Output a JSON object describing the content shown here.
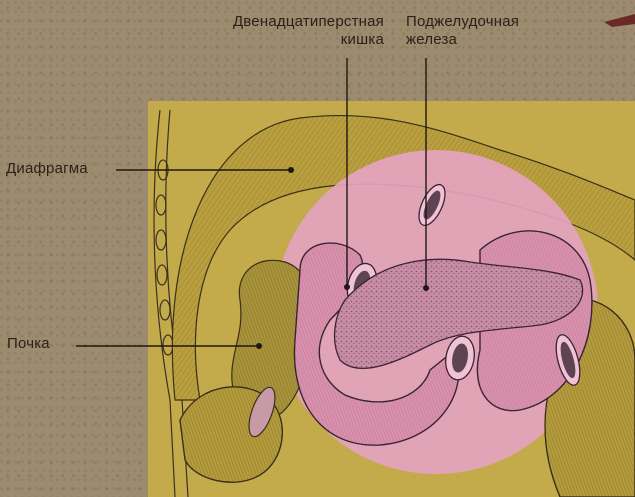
{
  "labels": {
    "duodenum": {
      "line1": "Двенадцатиперстная",
      "line2": "кишка"
    },
    "pancreas": {
      "line1": "Поджелудочная",
      "line2": "железа"
    },
    "diaphragm": "Диафрагма",
    "kidney": "Почка"
  },
  "colors": {
    "paper": "#9d8b6f",
    "yellow_panel": "#c9b04a",
    "pink_highlight": "#e7a6c0",
    "ink": "#2a2118",
    "leader_line": "#1e1812"
  }
}
